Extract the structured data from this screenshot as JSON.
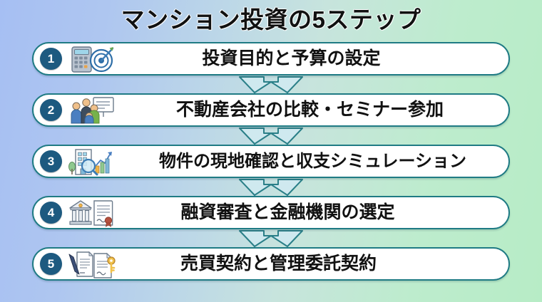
{
  "title": "マンション投資の5ステップ",
  "theme": {
    "bg_left": "#a6bff3",
    "bg_right": "#b7ecc6",
    "card_border": "#1f7b84",
    "card_fill": "#ffffff",
    "badge_fill": "#1d5a80",
    "badge_text": "#ffffff",
    "title_color": "#111111",
    "arrow_stroke": "#2a7f88",
    "arrow_fill": "#cfe9ef"
  },
  "steps": [
    {
      "number": "1",
      "label": "投資目的と予算の設定",
      "icons": [
        "calculator-icon",
        "target-dartboard-icon"
      ]
    },
    {
      "number": "2",
      "label": "不動産会社の比較・セミナー参加",
      "icons": [
        "seminar-presentation-icon",
        "people-handshake-icon"
      ]
    },
    {
      "number": "3",
      "label": "物件の現地確認と収支シミュレーション",
      "icons": [
        "building-icon",
        "magnifier-icon",
        "bar-chart-icon"
      ]
    },
    {
      "number": "4",
      "label": "融資審査と金融機関の選定",
      "icons": [
        "bank-icon",
        "certificate-seal-icon"
      ]
    },
    {
      "number": "5",
      "label": "売買契約と管理委託契約",
      "icons": [
        "document-pen-icon",
        "document-key-icon"
      ]
    }
  ],
  "connectors": [
    {
      "name": "down-arrow-icon"
    },
    {
      "name": "down-arrow-icon"
    },
    {
      "name": "down-arrow-icon"
    },
    {
      "name": "down-arrow-icon"
    }
  ]
}
